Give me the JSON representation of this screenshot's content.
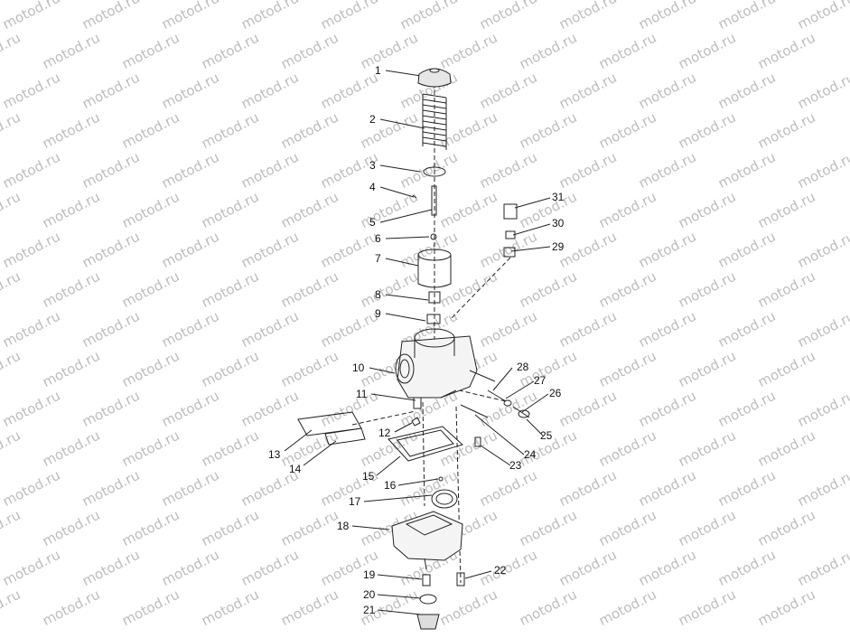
{
  "watermark": "motod.ru",
  "callouts": [
    "1",
    "2",
    "3",
    "4",
    "5",
    "6",
    "7",
    "8",
    "9",
    "10",
    "11",
    "12",
    "13",
    "14",
    "15",
    "16",
    "17",
    "18",
    "19",
    "20",
    "21",
    "22",
    "23",
    "24",
    "25",
    "26",
    "27",
    "28",
    "29",
    "30",
    "31"
  ]
}
